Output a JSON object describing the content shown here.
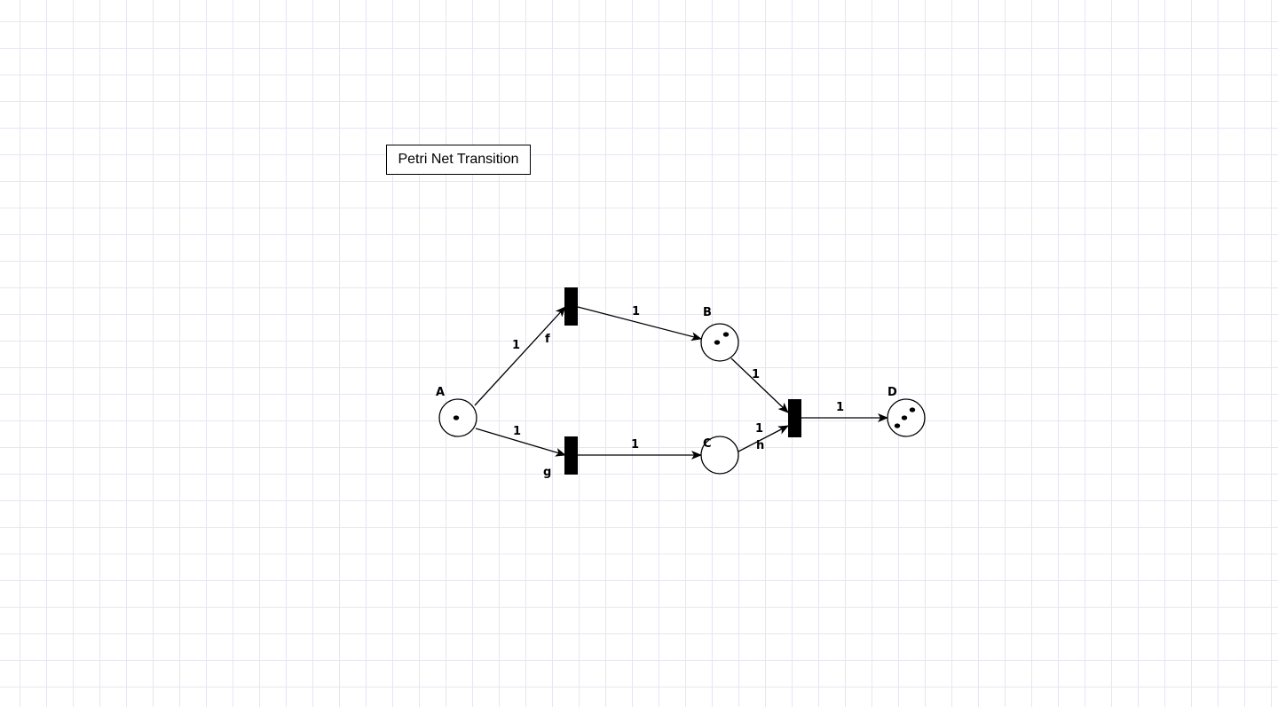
{
  "title": "Petri Net Transition",
  "places": [
    {
      "id": "A",
      "label": "A",
      "tokens": 1
    },
    {
      "id": "B",
      "label": "B",
      "tokens": 2
    },
    {
      "id": "C",
      "label": "C",
      "tokens": 0
    },
    {
      "id": "D",
      "label": "D",
      "tokens": 3
    }
  ],
  "transitions": [
    {
      "id": "f",
      "label": "f"
    },
    {
      "id": "g",
      "label": "g"
    },
    {
      "id": "h",
      "label": "h"
    }
  ],
  "arcs": [
    {
      "from": "A",
      "to": "f",
      "weight": "1"
    },
    {
      "from": "f",
      "to": "B",
      "weight": "1"
    },
    {
      "from": "A",
      "to": "g",
      "weight": "1"
    },
    {
      "from": "g",
      "to": "C",
      "weight": "1"
    },
    {
      "from": "B",
      "to": "h",
      "weight": "1"
    },
    {
      "from": "C",
      "to": "h",
      "weight": "1"
    },
    {
      "from": "h",
      "to": "D",
      "weight": "1"
    }
  ],
  "colors": {
    "stroke": "#000000",
    "fill": "#ffffff",
    "grid": "#e6e6f2"
  }
}
